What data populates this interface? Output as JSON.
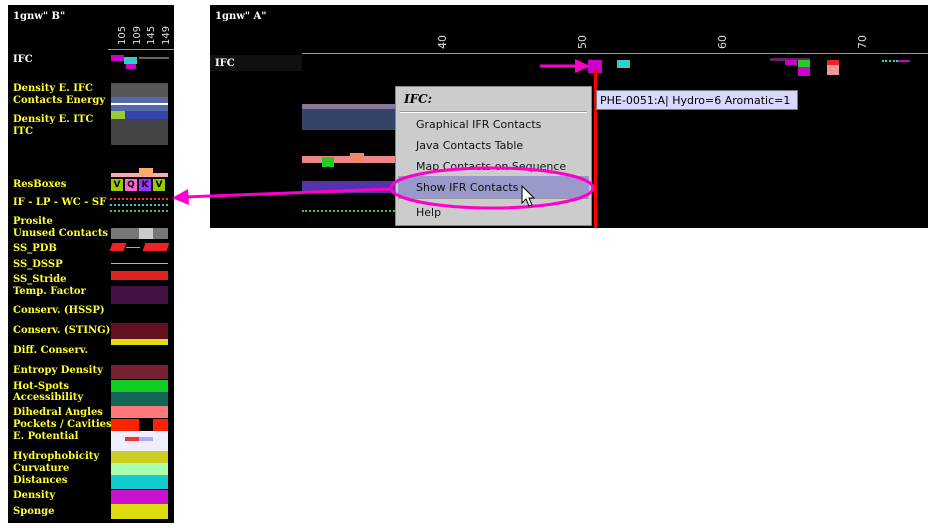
{
  "panel_b": {
    "title": "1gnw\" B\"",
    "residue_numbers": [
      "105",
      "109",
      "145",
      "149"
    ],
    "ifc_label": "IFC",
    "tracks": [
      {
        "label": "Density E. IFC"
      },
      {
        "label": "Contacts Energy"
      },
      {
        "label": "Density E. ITC"
      },
      {
        "label": "ITC"
      },
      {
        "label": "ResBoxes"
      },
      {
        "label": "IF - LP - WC - SF"
      },
      {
        "label": "Prosite"
      },
      {
        "label": "Unused Contacts"
      },
      {
        "label": "SS_PDB"
      },
      {
        "label": "SS_DSSP"
      },
      {
        "label": "SS_Stride"
      },
      {
        "label": "Temp. Factor"
      },
      {
        "label": "Conserv. (HSSP)"
      },
      {
        "label": "Conserv. (STING)"
      },
      {
        "label": "Diff. Conserv."
      },
      {
        "label": "Entropy Density"
      },
      {
        "label": "Hot-Spots"
      },
      {
        "label": "Accessibility"
      },
      {
        "label": "Dihedral Angles"
      },
      {
        "label": "Pockets / Cavities"
      },
      {
        "label": "E. Potential"
      },
      {
        "label": "Hydrophobicity"
      },
      {
        "label": "Curvature"
      },
      {
        "label": "Distances"
      },
      {
        "label": "Density"
      },
      {
        "label": "Sponge"
      }
    ],
    "resbox_letters": [
      "V",
      "Q",
      "K",
      "V"
    ]
  },
  "panel_a": {
    "title": "1gnw\" A\"",
    "ifc_label": "IFC",
    "ruler_ticks": [
      "40",
      "50",
      "60",
      "70"
    ]
  },
  "context_menu": {
    "header": "IFC:",
    "items": [
      "Graphical IFR Contacts",
      "Java Contacts Table",
      "Map Contacts on Sequence",
      "Show IFR Contacts",
      "Help"
    ],
    "selected_index": 3
  },
  "tooltip": "PHE-0051:A| Hydro=6  Aromatic=1",
  "colors": {
    "highlight": "#ff00cc",
    "cursor_line": "#ff0000",
    "label_yellow": "#ffff33"
  }
}
